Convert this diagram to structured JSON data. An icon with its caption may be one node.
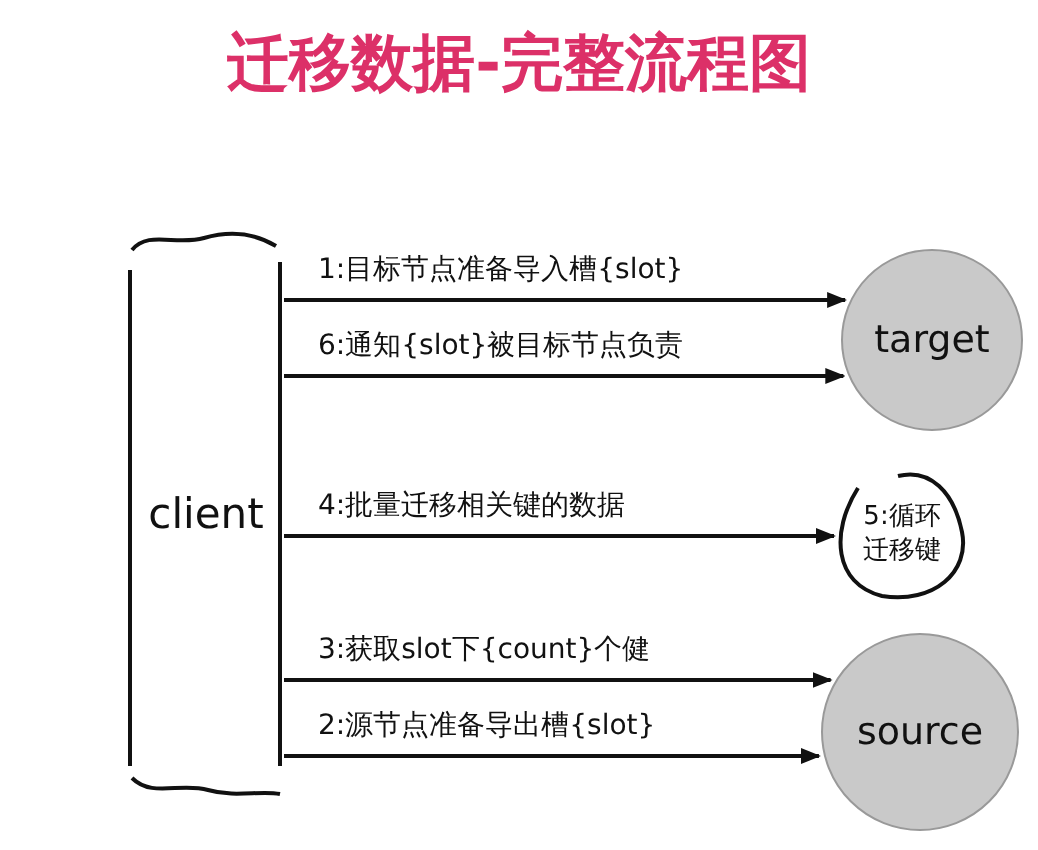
{
  "diagram": {
    "title": "迁移数据-完整流程图",
    "nodes": [
      {
        "text": [
          "client"
        ]
      },
      {
        "text": [
          "target"
        ]
      },
      {
        "text": [
          "5:循环迁移键"
        ]
      },
      {
        "text": [
          "source"
        ]
      }
    ],
    "edges": [
      {
        "from": 0,
        "to": 1,
        "arrow": "to",
        "label": "1:目标节点准备导入槽{slot}"
      },
      {
        "from": 0,
        "to": 1,
        "arrow": "to",
        "label": "6:通知{slot}被目标节点负责"
      },
      {
        "from": 0,
        "to": 2,
        "arrow": "to",
        "label": "4:批量迁移相关键的数据"
      },
      {
        "from": 0,
        "to": 3,
        "arrow": "to",
        "label": "3:获取slot下{count}个健"
      },
      {
        "from": 0,
        "to": 3,
        "arrow": "to",
        "label": "2:源节点准备导出槽{slot}"
      }
    ]
  }
}
